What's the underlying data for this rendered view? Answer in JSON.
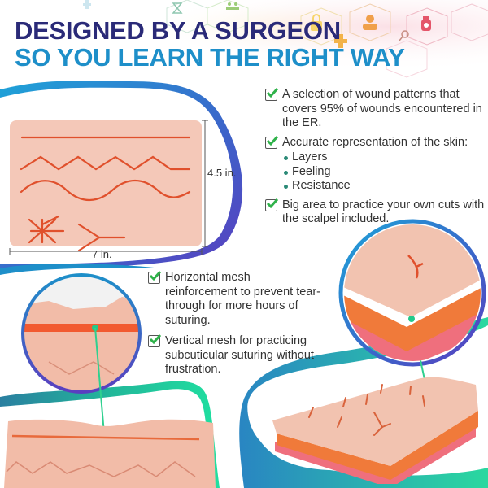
{
  "header": {
    "line1": "DESIGNED BY A SURGEON",
    "line2": "SO YOU LEARN THE RIGHT WAY",
    "colors": {
      "line1": "#2a2a78",
      "line2": "#1e8fc9"
    }
  },
  "background_icons": [
    "hourglass-icon",
    "people-icon",
    "lock-icon",
    "plus-icon",
    "doctor-icon",
    "magnifier-icon",
    "medicine-bottle-icon",
    "hexagon-network"
  ],
  "pad_diagram": {
    "width_label": "7 in.",
    "height_label": "4.5 in.",
    "wound_patterns": [
      "straight-line",
      "zigzag",
      "wave",
      "star",
      "y-shape"
    ]
  },
  "features_top": [
    {
      "text": "A selection of wound patterns that covers 95% of wounds encountered in the ER."
    },
    {
      "text": "Accurate representation of the skin:",
      "sub": [
        "Layers",
        "Feeling",
        "Resistance"
      ]
    },
    {
      "text": "Big area to practice your own cuts with the scalpel included."
    }
  ],
  "features_bottom": [
    {
      "text": "Horizontal mesh reinforcement to prevent tear-through for more hours of suturing."
    },
    {
      "text": "Vertical mesh for practicing subcuticular suturing without frustration."
    }
  ],
  "colors": {
    "skin": "#f2c3b0",
    "wound": "#e0502c",
    "mesh": "#f07a3a",
    "base": "#ef6f7d",
    "swoosh_blue": "#1ea3d8",
    "swoosh_purple": "#5a3fc0",
    "swoosh_green": "#1fd69a",
    "check_green": "#2fb24a"
  }
}
